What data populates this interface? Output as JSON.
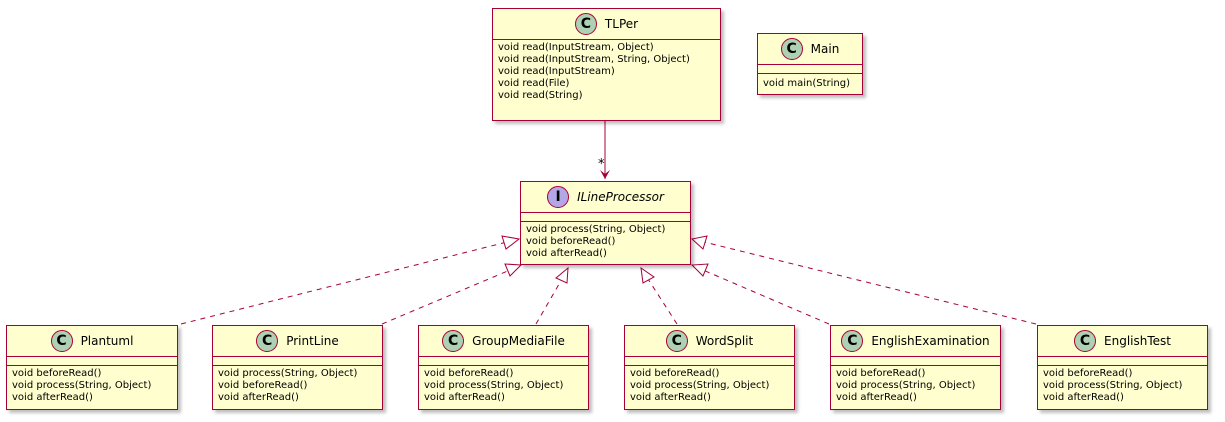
{
  "classes": {
    "tlper": {
      "kind": "C",
      "name": "TLPer",
      "methods": [
        "void read(InputStream, Object)",
        "void read(InputStream, String, Object)",
        "void read(InputStream)",
        "void read(File)",
        "void read(String)"
      ]
    },
    "main": {
      "kind": "C",
      "name": "Main",
      "methods": [
        "void main(String)"
      ]
    },
    "ilineprocessor": {
      "kind": "I",
      "name": "ILineProcessor",
      "methods": [
        "void process(String, Object)",
        "void beforeRead()",
        "void afterRead()"
      ]
    },
    "plantuml": {
      "kind": "C",
      "name": "Plantuml",
      "methods": [
        "void beforeRead()",
        "void process(String, Object)",
        "void afterRead()"
      ]
    },
    "printline": {
      "kind": "C",
      "name": "PrintLine",
      "methods": [
        "void process(String, Object)",
        "void beforeRead()",
        "void afterRead()"
      ]
    },
    "groupmediafile": {
      "kind": "C",
      "name": "GroupMediaFile",
      "methods": [
        "void beforeRead()",
        "void process(String, Object)",
        "void afterRead()"
      ]
    },
    "wordsplit": {
      "kind": "C",
      "name": "WordSplit",
      "methods": [
        "void beforeRead()",
        "void process(String, Object)",
        "void afterRead()"
      ]
    },
    "englishexamination": {
      "kind": "C",
      "name": "EnglishExamination",
      "methods": [
        "void beforeRead()",
        "void process(String, Object)",
        "void afterRead()"
      ]
    },
    "englishtest": {
      "kind": "C",
      "name": "EnglishTest",
      "methods": [
        "void beforeRead()",
        "void process(String, Object)",
        "void afterRead()"
      ]
    }
  },
  "association": {
    "multiplicity": "*"
  },
  "colors": {
    "border": "#A80036",
    "fill": "#FEFECE",
    "class_badge": "#ADD1B2",
    "interface_badge": "#B4A7E5"
  }
}
